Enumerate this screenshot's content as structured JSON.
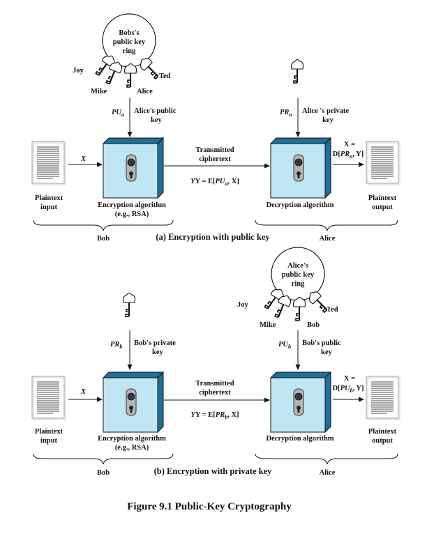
{
  "figure_caption": "Figure 9.1  Public-Key Cryptography",
  "panel_a": {
    "caption": "(a) Encryption with public key",
    "keyring_label": [
      "Bobs's",
      "public key",
      "ring"
    ],
    "ring_keys": {
      "joy": "Joy",
      "mike": "Mike",
      "alice": "Alice",
      "ted": "Ted"
    },
    "enc_key_sym": "PU",
    "enc_key_sub": "a",
    "enc_key_desc": [
      "Alice's public",
      "key"
    ],
    "dec_key_sym": "PR",
    "dec_key_sub": "a",
    "dec_key_desc": [
      "Alice 's private",
      "key"
    ],
    "input_var": "X",
    "transmitted": [
      "Transmitted",
      "ciphertext"
    ],
    "cipher_formula": {
      "pre": "Y = E[",
      "sym": "PU",
      "sub": "a",
      "post": ", X]"
    },
    "output_formula": {
      "line1": "X =",
      "pre": "D[",
      "sym": "PR",
      "sub": "a",
      "post": ", Y]"
    },
    "plaintext_input": [
      "Plaintext",
      "input"
    ],
    "enc_algorithm": [
      "Encryption algorithm",
      "(e.g., RSA)"
    ],
    "dec_algorithm": "Decryption algorithm",
    "plaintext_output": [
      "Plaintext",
      "output"
    ],
    "left_party": "Bob",
    "right_party": "Alice"
  },
  "panel_b": {
    "caption": "(b) Encryption with private key",
    "keyring_label": [
      "Alice's",
      "public key",
      "ring"
    ],
    "ring_keys": {
      "joy": "Joy",
      "mike": "Mike",
      "bob": "Bob",
      "ted": "Ted"
    },
    "enc_key_sym": "PR",
    "enc_key_sub": "b",
    "enc_key_desc": [
      "Bob's private",
      "key"
    ],
    "dec_key_sym": "PU",
    "dec_key_sub": "b",
    "dec_key_desc": [
      "Bob's public",
      "key"
    ],
    "input_var": "X",
    "transmitted": [
      "Transmitted",
      "ciphertext"
    ],
    "cipher_formula": {
      "pre": "Y = E[",
      "sym": "PR",
      "sub": "b",
      "post": ", X]"
    },
    "output_formula": {
      "line1": "X =",
      "pre": "D[",
      "sym": "PU",
      "sub": "b",
      "post": ", Y]"
    },
    "plaintext_input": [
      "Plaintext",
      "input"
    ],
    "enc_algorithm": [
      "Encryption algorithm",
      "(e.g., RSA)"
    ],
    "dec_algorithm": "Decryption algorithm",
    "plaintext_output": [
      "Plaintext",
      "output"
    ],
    "left_party": "Bob",
    "right_party": "Alice"
  }
}
